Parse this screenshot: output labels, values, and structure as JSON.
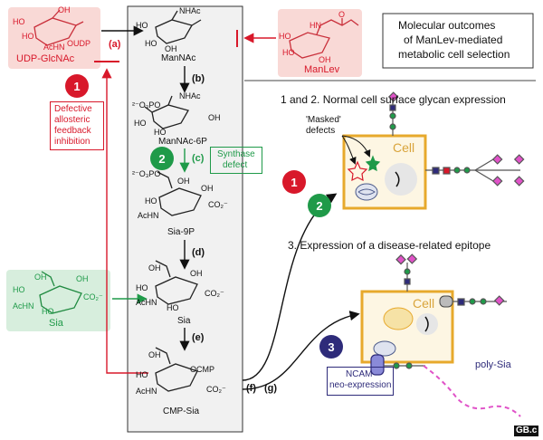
{
  "outcomes_box": {
    "line1": "Molecular outcomes",
    "line2": "of ManLev-mediated",
    "line3": "metabolic cell selection"
  },
  "section_titles": {
    "normal": "1 and 2. Normal cell surface glycan expression",
    "disease": "3. Expression of a disease-related epitope"
  },
  "molecules": {
    "udp_glcnac": {
      "name": "UDP-GlcNAc",
      "ho1": "HO",
      "ho2": "HO",
      "achn": "AcHN",
      "oudp": "OUDP",
      "oh": "OH"
    },
    "manlev": {
      "name": "ManLev",
      "ho1": "HO",
      "ho2": "HO",
      "nh": "HN",
      "oh": "OH",
      "o": "O"
    },
    "mannac": {
      "name": "ManNAc",
      "nhac": "NHAc",
      "ho1": "HO",
      "ho2": "HO",
      "oh": "OH"
    },
    "mannac6p": {
      "name": "ManNAc-6P",
      "o3po": "²⁻O₃PO",
      "nhac": "NHAc",
      "ho1": "HO",
      "ho2": "HO",
      "oh": "OH"
    },
    "sia9p": {
      "name": "Sia-9P",
      "o3po": "²⁻O₃PO",
      "oh1": "OH",
      "oh2": "OH",
      "ho": "HO",
      "achn": "AcHN",
      "co2": "CO₂⁻"
    },
    "sia_left": {
      "name": "Sia",
      "oh1": "OH",
      "oh2": "OH",
      "ho1": "HO",
      "ho2": "HO",
      "achn": "AcHN",
      "co2": "CO₂⁻"
    },
    "sia_center": {
      "name": "Sia",
      "oh1": "OH",
      "oh2": "OH",
      "ho1": "HO",
      "ho2": "HO",
      "achn": "AcHN",
      "co2": "CO₂⁻"
    },
    "cmp_sia": {
      "name": "CMP-Sia",
      "oh1": "OH",
      "ocmp": "OCMP",
      "ho": "HO",
      "achn": "AcHN",
      "co2": "CO₂⁻"
    }
  },
  "steps": {
    "a": "(a)",
    "b": "(b)",
    "c": "(c)",
    "d": "(d)",
    "e": "(e)",
    "f": "(f)",
    "g": "(g)"
  },
  "badges": {
    "one": "1",
    "two": "2",
    "three": "3"
  },
  "notes": {
    "defective": {
      "line1": "Defective",
      "line2": "allosteric",
      "line3": "feedback",
      "line4": "inhibition"
    },
    "synthase": {
      "line1": "Synthase",
      "line2": "defect"
    },
    "masked": {
      "line1": "'Masked'",
      "line2": "defects"
    },
    "ncam": {
      "line1": "NCAM",
      "line2": "neo-expression"
    },
    "cell": "Cell",
    "polysia": "poly-Sia",
    "logo": "GB.c"
  },
  "colors": {
    "red": "#d8182a",
    "green": "#1f9a49",
    "navy": "#2e2b7a",
    "cell_fill": "#fdf6e3",
    "cell_border": "#e7a92c"
  }
}
